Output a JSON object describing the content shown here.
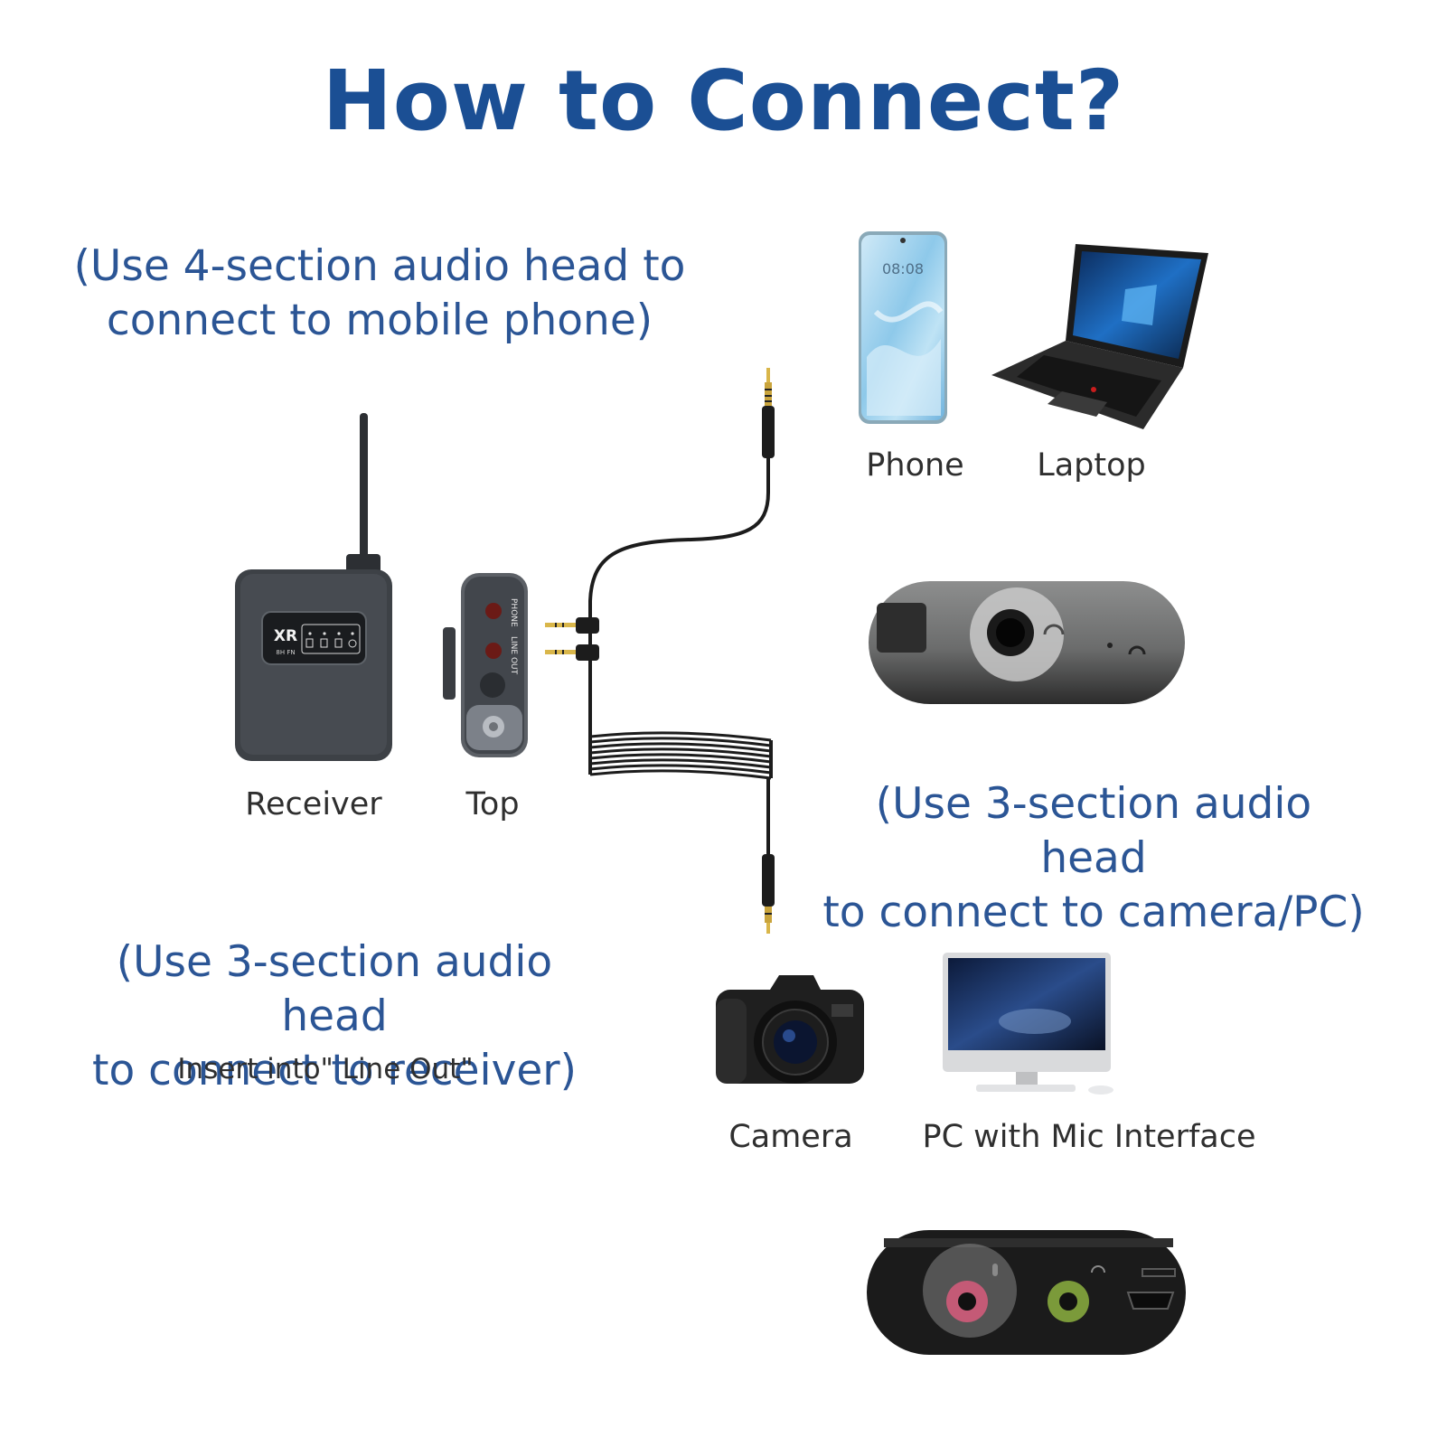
{
  "title": "How to Connect?",
  "notes": {
    "mobile": [
      "(Use 4-section audio head to",
      "connect to mobile phone)"
    ],
    "camera_pc": [
      "(Use 3-section audio head",
      "to connect to camera/PC)"
    ],
    "receiver": [
      "(Use 3-section audio head",
      "to connect to receiver)"
    ],
    "receiver_sub": "Insert into\" Line Out\""
  },
  "labels": {
    "phone": "Phone",
    "laptop": "Laptop",
    "receiver": "Receiver",
    "top": "Top",
    "camera": "Camera",
    "pc": "PC with Mic Interface"
  },
  "device_text": {
    "receiver_badge": "XR",
    "receiver_sub": "8H FN",
    "phone_time": "08:08",
    "top_phone": "PHONE",
    "top_lineout": "LINE OUT"
  },
  "colors": {
    "title": "#1b4f94",
    "note": "#2b5595",
    "device_dark": "#3d4146",
    "cable": "#1c1c1c"
  },
  "icons": [
    "phone-icon",
    "laptop-icon",
    "receiver-icon",
    "receiver-top-icon",
    "audio-cable-icon",
    "headphone-jack-icon",
    "camera-icon",
    "desktop-pc-icon",
    "mic-port-panel-icon"
  ]
}
